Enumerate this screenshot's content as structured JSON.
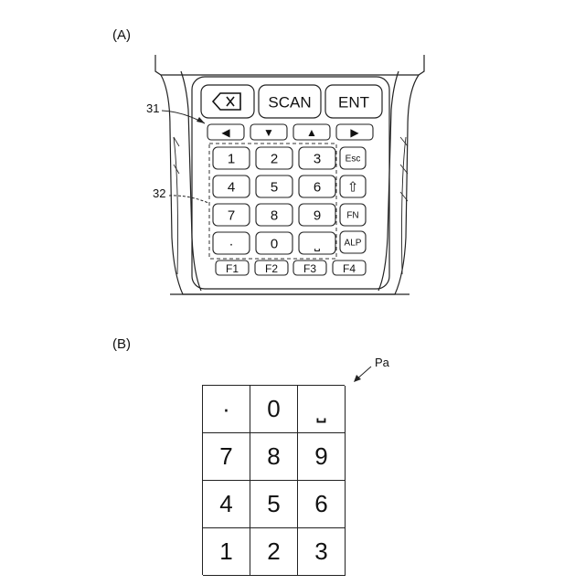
{
  "panel_a": {
    "label": "(A)",
    "ref_31": "31",
    "ref_32": "32",
    "top_keys": [
      "SCAN",
      "ENT"
    ],
    "backspace_icon": "backspace-icon",
    "arrow_keys": [
      {
        "icon": "arrow-left-icon",
        "glyph": "◀"
      },
      {
        "icon": "arrow-down-icon",
        "glyph": "▼"
      },
      {
        "icon": "arrow-up-icon",
        "glyph": "▲"
      },
      {
        "icon": "arrow-right-icon",
        "glyph": "▶"
      }
    ],
    "number_keys": [
      [
        "1",
        "2",
        "3"
      ],
      [
        "4",
        "5",
        "6"
      ],
      [
        "7",
        "8",
        "9"
      ],
      [
        "·",
        "0",
        "⎵"
      ]
    ],
    "side_keys": [
      "Esc",
      "⇧",
      "FN",
      "ALP"
    ],
    "function_keys": [
      "F1",
      "F2",
      "F3",
      "F4"
    ]
  },
  "panel_b": {
    "label": "(B)",
    "ref_pa": "Pa",
    "grid": [
      [
        "·",
        "0",
        "⎵"
      ],
      [
        "7",
        "8",
        "9"
      ],
      [
        "4",
        "5",
        "6"
      ],
      [
        "1",
        "2",
        "3"
      ]
    ]
  }
}
